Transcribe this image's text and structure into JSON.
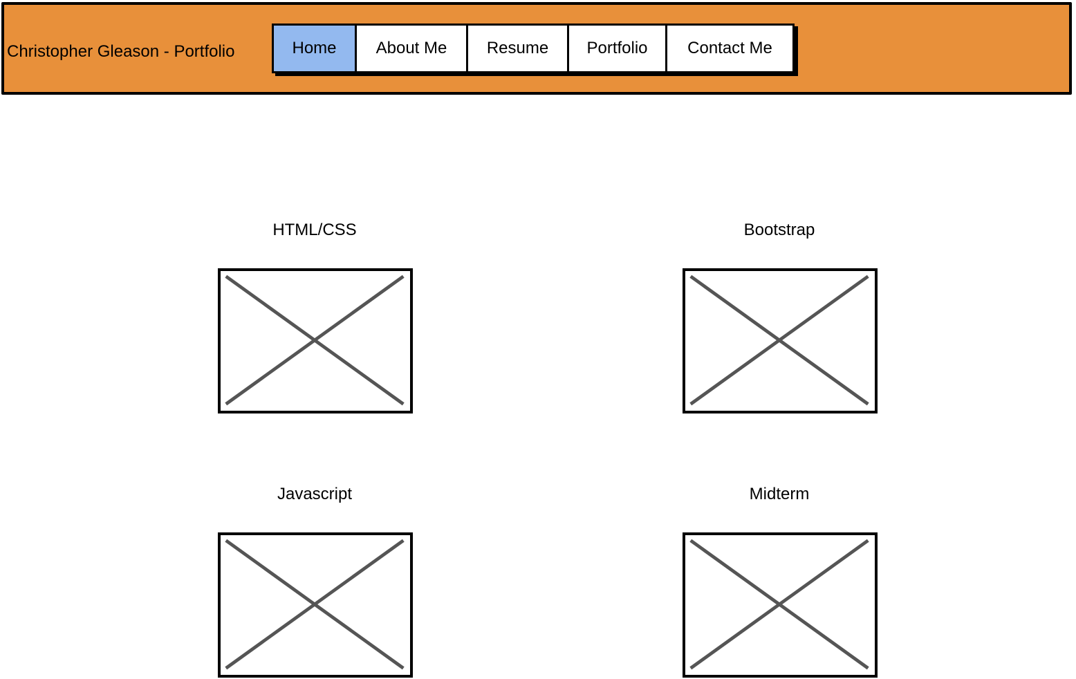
{
  "header": {
    "brand": "Christopher Gleason - Portfolio",
    "background_color": "#e8903a"
  },
  "nav": {
    "active_color": "#93b9ef",
    "items": [
      {
        "label": "Home",
        "active": true
      },
      {
        "label": "About Me",
        "active": false
      },
      {
        "label": "Resume",
        "active": false
      },
      {
        "label": "Portfolio",
        "active": false
      },
      {
        "label": "Contact Me",
        "active": false
      }
    ]
  },
  "projects": [
    {
      "title": "HTML/CSS",
      "image": "image-placeholder-icon"
    },
    {
      "title": "Bootstrap",
      "image": "image-placeholder-icon"
    },
    {
      "title": "Javascript",
      "image": "image-placeholder-icon"
    },
    {
      "title": "Midterm",
      "image": "image-placeholder-icon"
    }
  ]
}
